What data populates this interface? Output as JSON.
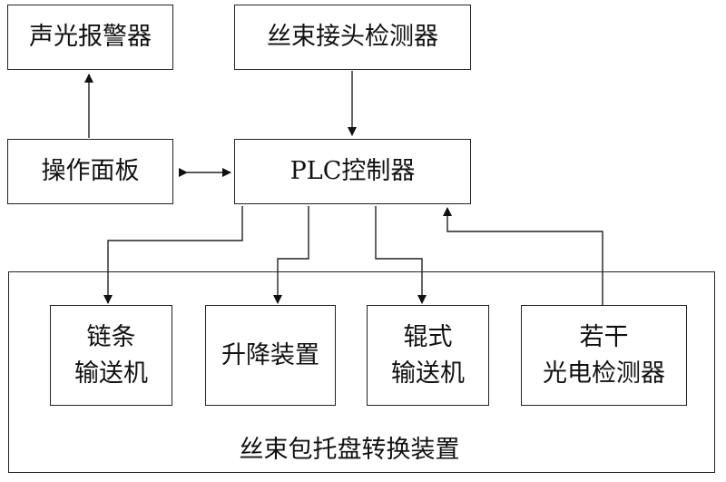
{
  "nodes": {
    "alarm": {
      "lines": [
        "声光报警器"
      ]
    },
    "detector": {
      "lines": [
        "丝束接头检测器"
      ]
    },
    "panel": {
      "lines": [
        "操作面板"
      ]
    },
    "plc": {
      "lines": [
        "PLC控制器"
      ]
    },
    "chain": {
      "lines": [
        "链条",
        "输送机"
      ]
    },
    "lift": {
      "lines": [
        "升降装置"
      ]
    },
    "roller": {
      "lines": [
        "辊式",
        "输送机"
      ]
    },
    "photo": {
      "lines": [
        "若干",
        "光电检测器"
      ]
    }
  },
  "group": {
    "label": "丝束包托盘转换装置"
  }
}
